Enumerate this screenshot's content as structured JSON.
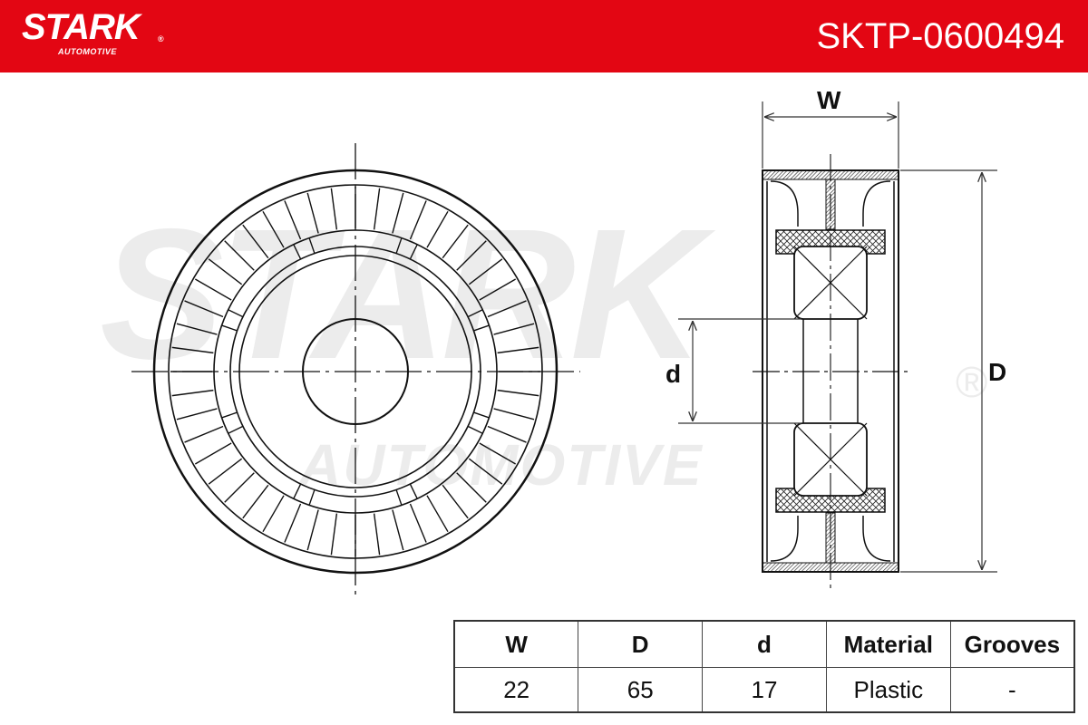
{
  "header": {
    "logo_text": "STARK",
    "logo_sub": "AUTOMOTIVE",
    "logo_reg": "®",
    "part_number": "SKTP-0600494",
    "brand_color": "#e30613"
  },
  "watermark": {
    "main": "STARK",
    "sub": "AUTOMOTIVE",
    "reg": "®"
  },
  "drawing": {
    "label_width": "W",
    "label_outer_diameter": "D",
    "label_inner_diameter": "d"
  },
  "specs": {
    "headers": [
      "W",
      "D",
      "d",
      "Material",
      "Grooves"
    ],
    "values": [
      "22",
      "65",
      "17",
      "Plastic",
      "-"
    ]
  }
}
